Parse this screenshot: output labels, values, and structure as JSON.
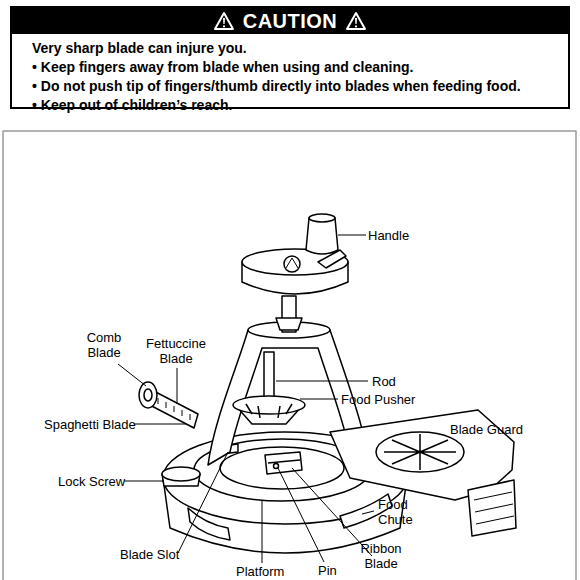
{
  "diagram": {
    "nodes": [
      {
        "text": [
          "CAUTION",
          "Very sharp blade can injure you.",
          "• Keep fingers away from blade when using and cleaning.",
          "• Do not push tip of fingers/thumb directly into blades when feeding food.",
          "• Keep out of children’s reach."
        ]
      }
    ],
    "labels": [
      "Handle",
      "Comb Blade",
      "Fettuccine Blade",
      "Rod",
      "Food Pusher",
      "Spaghetti Blade",
      "Blade Guard",
      "Lock Screw",
      "Food Chute",
      "Blade Slot",
      "Ribbon Blade",
      "Platform",
      "Pin"
    ]
  }
}
